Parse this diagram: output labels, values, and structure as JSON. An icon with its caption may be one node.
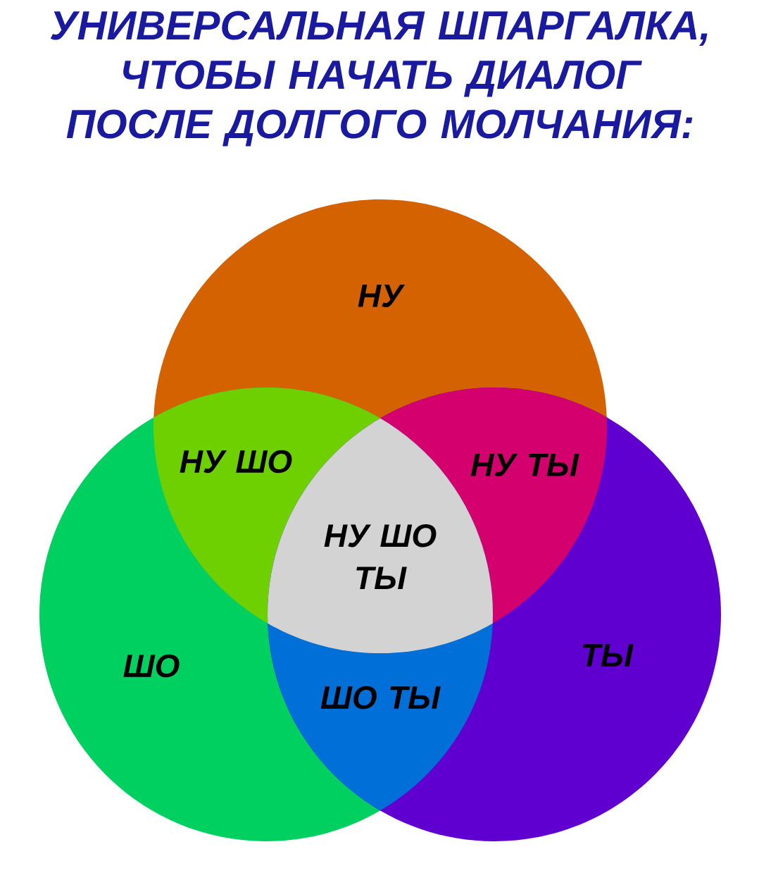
{
  "diagram": {
    "title": "УНИВЕРСАЛЬНАЯ ШПАРГАЛКА, ЧТОБЫ НАЧАТЬ ДИАЛОГ ПОСЛЕ ДОЛГОГО МОЛЧАНИЯ:",
    "nodes": [
      {
        "text": [
          "НУ"
        ]
      },
      {
        "text": [
          "ШО"
        ]
      },
      {
        "text": [
          "ТЫ"
        ]
      }
    ],
    "labels": [
      "НУ ШО",
      "НУ ТЫ",
      "НУ ШО ТЫ",
      "ШО ТЫ"
    ]
  }
}
